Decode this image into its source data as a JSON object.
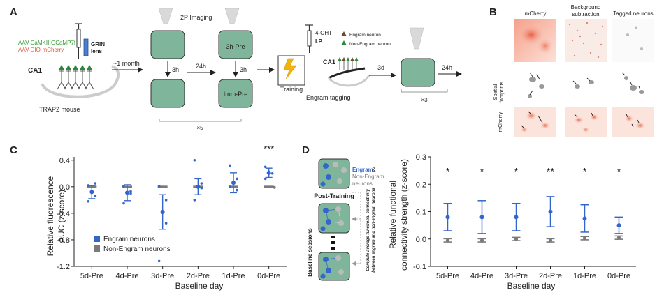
{
  "panel_labels": {
    "a": "A",
    "b": "B",
    "c": "C",
    "d": "D"
  },
  "colors": {
    "engram": "#3366cc",
    "non_engram": "#7a7a7a",
    "box": "#7fb59a",
    "green_text": "#2a9a2a",
    "red_text": "#e05a3a"
  },
  "panel_a": {
    "virus_1": "AAV-CaMKII-GCaMP7f",
    "virus_2": "AAV-DIO-mCherry",
    "grin_1": "GRIN",
    "grin_2": "lens",
    "ca1": "CA1",
    "mouse": "TRAP2 mouse",
    "month": "~1 month",
    "imaging": "2P Imaging",
    "h3_left": "3h",
    "h24_top": "24h",
    "box_3h_pre": "3h-Pre",
    "h3_right": "3h",
    "box_imm_pre": "Imm-Pre",
    "times_5": "×5",
    "drug_1": "4-OHT",
    "drug_2": "I.P.",
    "legend_engram": "Engram neuron",
    "legend_non_engram": "Non-Engram neuron",
    "training": "Training",
    "ca1_right": "CA1",
    "engram_tagging": "Engram tagging",
    "d3": "3d",
    "h24_right": "24h",
    "times_3": "×3"
  },
  "panel_b": {
    "col_1": "mCherry",
    "col_2_a": "Background",
    "col_2_b": "subtraction",
    "col_3": "Tagged neurons",
    "row_1_a": "Spatial",
    "row_1_b": "footprints",
    "row_2": "mCherry"
  },
  "panel_c": {
    "ylabel_1": "Relative fluorescence",
    "ylabel_2": "AUC (z-score)",
    "xlabel": "Baseline day",
    "significance": "***",
    "legend_engram": "Engram neurons",
    "legend_non_engram": "Non-Engram neurons"
  },
  "panel_d": {
    "schematic_engram": "Engram",
    "schematic_amp": " &",
    "schematic_non_1": "Non-Engram",
    "schematic_non_2": "neurons",
    "post_training": "Post-Training",
    "baseline_sessions": "Baseline sessions",
    "compute_1": "Compute average functional connectivity",
    "compute_2": "between engram and non-engram neurons",
    "ylabel_1": "Relative functional",
    "ylabel_2": "connectivity strength (z-score)",
    "xlabel": "Baseline day"
  },
  "chart_data": [
    {
      "id": "panel_c",
      "type": "scatter",
      "categories": [
        "5d-Pre",
        "4d-Pre",
        "3d-Pre",
        "2d-Pre",
        "1d-Pre",
        "0d-Pre"
      ],
      "yticks": [
        0.4,
        0,
        -0.4,
        -0.8,
        -1.2
      ],
      "ylim": [
        -1.2,
        0.45
      ],
      "xlabel": "Baseline day",
      "ylabel": "Relative fluorescence AUC (z-score)",
      "legend": "bottom-left",
      "series": [
        {
          "name": "Engram neurons",
          "mean": [
            -0.08,
            -0.09,
            -0.38,
            0.0,
            0.06,
            0.21
          ],
          "err": [
            0.1,
            0.12,
            0.26,
            0.12,
            0.15,
            0.07
          ],
          "points": [
            [
              0.02,
              -0.14,
              -0.22,
              0.05
            ],
            [
              0.01,
              -0.07,
              -0.25,
              -0.1
            ],
            [
              0.01,
              -0.55,
              -1.12,
              -0.2
            ],
            [
              0.4,
              -0.02,
              -0.2,
              0.05
            ],
            [
              0.32,
              0.12,
              0.0,
              -0.05
            ],
            [
              0.3,
              0.2,
              0.12
            ]
          ]
        },
        {
          "name": "Non-Engram neurons",
          "mean": [
            0.0,
            0.0,
            0.0,
            0.0,
            0.0,
            0.0
          ],
          "err": [
            0,
            0,
            0,
            0,
            0,
            0
          ],
          "points": [
            [],
            [],
            [],
            [],
            [],
            [
              -0.01
            ]
          ]
        }
      ],
      "annotations": [
        {
          "category": "0d-Pre",
          "text": "***"
        }
      ]
    },
    {
      "id": "panel_d",
      "type": "scatter",
      "categories": [
        "5d-Pre",
        "4d-Pre",
        "3d-Pre",
        "2d-Pre",
        "1d-Pre",
        "0d-Pre"
      ],
      "yticks": [
        0.3,
        0.2,
        0.1,
        0.0,
        -0.1
      ],
      "ylim": [
        -0.1,
        0.3
      ],
      "xlabel": "Baseline day",
      "ylabel": "Relative functional connectivity strength (z-score)",
      "series": [
        {
          "name": "Engram",
          "mean": [
            0.08,
            0.08,
            0.08,
            0.1,
            0.075,
            0.05
          ],
          "err": [
            0.05,
            0.06,
            0.05,
            0.055,
            0.05,
            0.03
          ]
        },
        {
          "name": "Non-Engram",
          "mean": [
            -0.005,
            -0.005,
            0.0,
            -0.005,
            0.003,
            0.005
          ],
          "err": [
            0.006,
            0.006,
            0.006,
            0.006,
            0.006,
            0.006
          ]
        }
      ],
      "significance": [
        "*",
        "*",
        "*",
        "**",
        "*",
        "*"
      ]
    }
  ]
}
